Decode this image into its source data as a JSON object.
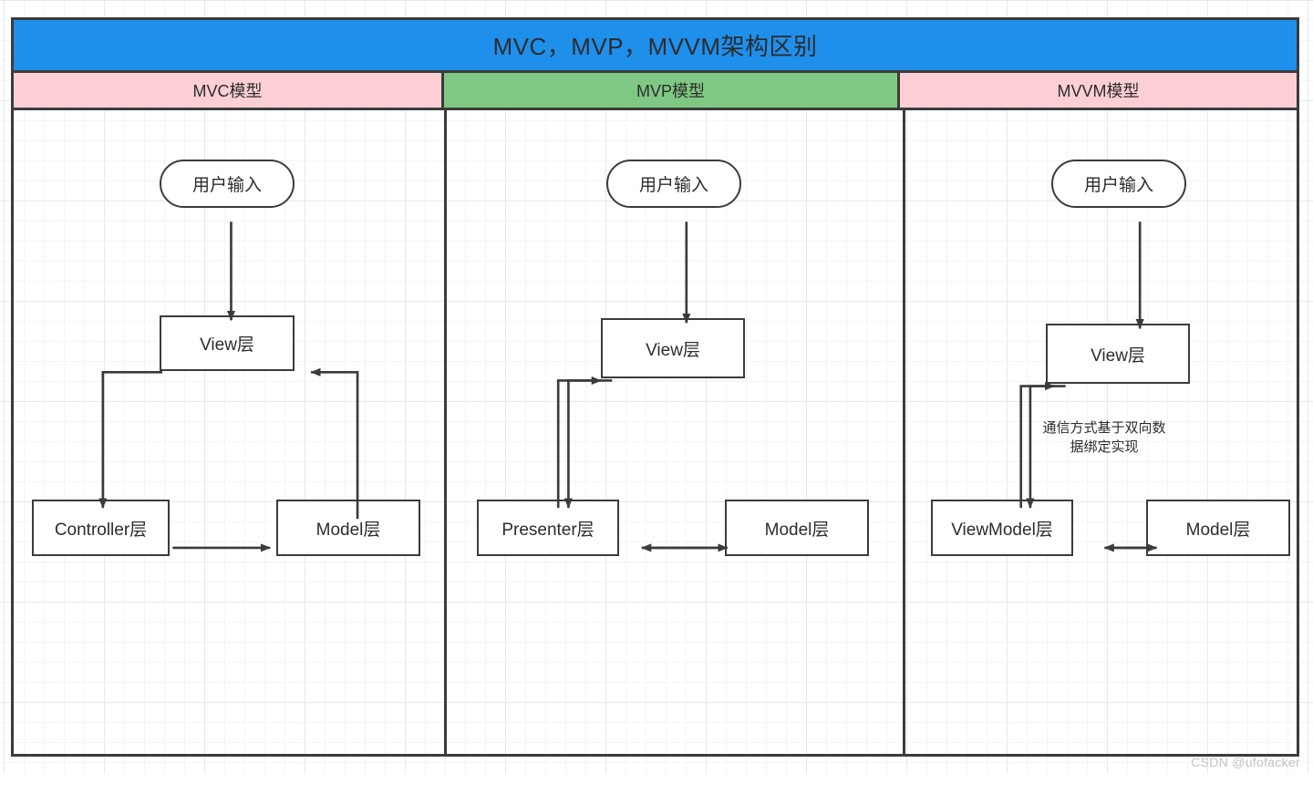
{
  "diagram": {
    "title": "MVC，MVP，MVVM架构区别",
    "title_bg": "#1f8fec",
    "border_color": "#3b3b3b",
    "columns": [
      {
        "key": "mvc",
        "header": "MVC模型",
        "header_bg": "#fbcfd4",
        "nodes": {
          "input": "用户输入",
          "view": "View层",
          "controller": "Controller层",
          "model": "Model层"
        }
      },
      {
        "key": "mvp",
        "header": "MVP模型",
        "header_bg": "#7fc883",
        "nodes": {
          "input": "用户输入",
          "view": "View层",
          "presenter": "Presenter层",
          "model": "Model层"
        }
      },
      {
        "key": "mvvm",
        "header": "MVVM模型",
        "header_bg": "#fbcfd4",
        "nodes": {
          "input": "用户输入",
          "view": "View层",
          "viewmodel": "ViewModel层",
          "model": "Model层"
        },
        "annotation": "通信方式基于双向数\n据绑定实现"
      }
    ]
  },
  "watermark": "CSDN @ufofacker"
}
